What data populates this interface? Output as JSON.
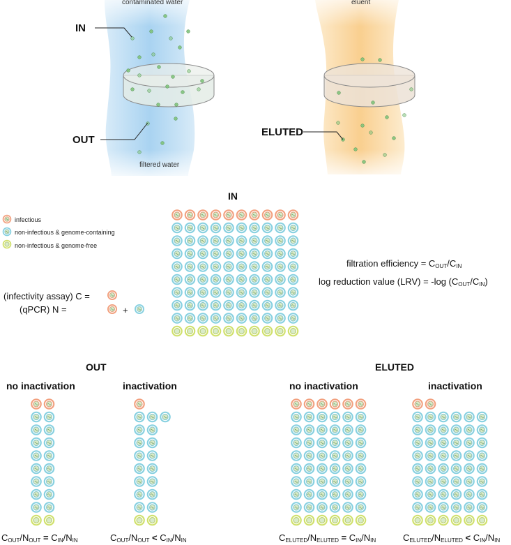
{
  "top": {
    "contaminated_water": "contaminated water",
    "filtered_water": "filtered water",
    "eluent": "eluent",
    "in_label": "IN",
    "out_label": "OUT",
    "eluted_label": "ELUTED"
  },
  "legend": {
    "infectious": "infectious",
    "noninf_genome": "non-infectious & genome-containing",
    "noninf_free": "non-infectious & genome-free"
  },
  "assay": {
    "infectivity_prefix": "(infectivity assay) C =",
    "qpcr_prefix": "(qPCR) N =",
    "plus": "+"
  },
  "in_grid": {
    "title": "IN",
    "rows": [
      [
        "infectious",
        "infectious",
        "infectious",
        "infectious",
        "infectious",
        "infectious",
        "infectious",
        "infectious",
        "infectious",
        "infectious"
      ],
      [
        "genome",
        "genome",
        "genome",
        "genome",
        "genome",
        "genome",
        "genome",
        "genome",
        "genome",
        "genome"
      ],
      [
        "genome",
        "genome",
        "genome",
        "genome",
        "genome",
        "genome",
        "genome",
        "genome",
        "genome",
        "genome"
      ],
      [
        "genome",
        "genome",
        "genome",
        "genome",
        "genome",
        "genome",
        "genome",
        "genome",
        "genome",
        "genome"
      ],
      [
        "genome",
        "genome",
        "genome",
        "genome",
        "genome",
        "genome",
        "genome",
        "genome",
        "genome",
        "genome"
      ],
      [
        "genome",
        "genome",
        "genome",
        "genome",
        "genome",
        "genome",
        "genome",
        "genome",
        "genome",
        "genome"
      ],
      [
        "genome",
        "genome",
        "genome",
        "genome",
        "genome",
        "genome",
        "genome",
        "genome",
        "genome",
        "genome"
      ],
      [
        "genome",
        "genome",
        "genome",
        "genome",
        "genome",
        "genome",
        "genome",
        "genome",
        "genome",
        "genome"
      ],
      [
        "genome",
        "genome",
        "genome",
        "genome",
        "genome",
        "genome",
        "genome",
        "genome",
        "genome",
        "genome"
      ],
      [
        "free",
        "free",
        "free",
        "free",
        "free",
        "free",
        "free",
        "free",
        "free",
        "free"
      ]
    ]
  },
  "formulas": {
    "fe_text": "filtration efficiency = C",
    "fe_sub1": "OUT",
    "fe_mid": "/C",
    "fe_sub2": "IN",
    "lrv_text": "log reduction value (LRV) = -log (C",
    "lrv_sub1": "OUT",
    "lrv_mid": "/C",
    "lrv_sub2": "IN",
    "lrv_end": ")"
  },
  "out_section": {
    "title": "OUT"
  },
  "eluted_section": {
    "title": "ELUTED"
  },
  "panels": [
    {
      "title": "no inactivation",
      "rows": [
        [
          "infectious",
          "infectious"
        ],
        [
          "genome",
          "genome"
        ],
        [
          "genome",
          "genome"
        ],
        [
          "genome",
          "genome"
        ],
        [
          "genome",
          "genome"
        ],
        [
          "genome",
          "genome"
        ],
        [
          "genome",
          "genome"
        ],
        [
          "genome",
          "genome"
        ],
        [
          "genome",
          "genome"
        ],
        [
          "free",
          "free"
        ]
      ],
      "eq": {
        "c": "C",
        "s1": "OUT",
        "n": "/N",
        "s2": "OUT",
        "op": " = ",
        "c2": "C",
        "s3": "IN",
        "n2": "/N",
        "s4": "IN"
      }
    },
    {
      "title": "inactivation",
      "rows": [
        [
          "infectious"
        ],
        [
          "genome",
          "genome",
          "genome"
        ],
        [
          "genome",
          "genome"
        ],
        [
          "genome",
          "genome"
        ],
        [
          "genome",
          "genome"
        ],
        [
          "genome",
          "genome"
        ],
        [
          "genome",
          "genome"
        ],
        [
          "genome",
          "genome"
        ],
        [
          "genome",
          "genome"
        ],
        [
          "free",
          "free"
        ]
      ],
      "eq": {
        "c": "C",
        "s1": "OUT",
        "n": "/N",
        "s2": "OUT",
        "op": " < ",
        "c2": "C",
        "s3": "IN",
        "n2": "/N",
        "s4": "IN"
      }
    },
    {
      "title": "no inactivation",
      "rows": [
        [
          "infectious",
          "infectious",
          "infectious",
          "infectious",
          "infectious",
          "infectious"
        ],
        [
          "genome",
          "genome",
          "genome",
          "genome",
          "genome",
          "genome"
        ],
        [
          "genome",
          "genome",
          "genome",
          "genome",
          "genome",
          "genome"
        ],
        [
          "genome",
          "genome",
          "genome",
          "genome",
          "genome",
          "genome"
        ],
        [
          "genome",
          "genome",
          "genome",
          "genome",
          "genome",
          "genome"
        ],
        [
          "genome",
          "genome",
          "genome",
          "genome",
          "genome",
          "genome"
        ],
        [
          "genome",
          "genome",
          "genome",
          "genome",
          "genome",
          "genome"
        ],
        [
          "genome",
          "genome",
          "genome",
          "genome",
          "genome",
          "genome"
        ],
        [
          "genome",
          "genome",
          "genome",
          "genome",
          "genome",
          "genome"
        ],
        [
          "free",
          "free",
          "free",
          "free",
          "free",
          "free"
        ]
      ],
      "eq": {
        "c": "C",
        "s1": "ELUTED",
        "n": "/N",
        "s2": "ELUTED",
        "op": " = ",
        "c2": "C",
        "s3": "IN",
        "n2": "/N",
        "s4": "IN"
      }
    },
    {
      "title": "inactivation",
      "rows": [
        [
          "infectious",
          "infectious"
        ],
        [
          "genome",
          "genome",
          "genome",
          "genome",
          "genome",
          "genome"
        ],
        [
          "genome",
          "genome",
          "genome",
          "genome",
          "genome",
          "genome"
        ],
        [
          "genome",
          "genome",
          "genome",
          "genome",
          "genome",
          "genome"
        ],
        [
          "genome",
          "genome",
          "genome",
          "genome",
          "genome",
          "genome"
        ],
        [
          "genome",
          "genome",
          "genome",
          "genome",
          "genome",
          "genome"
        ],
        [
          "genome",
          "genome",
          "genome",
          "genome",
          "genome",
          "genome"
        ],
        [
          "genome",
          "genome",
          "genome",
          "genome",
          "genome",
          "genome"
        ],
        [
          "genome",
          "genome",
          "genome",
          "genome",
          "genome",
          "genome"
        ],
        [
          "free",
          "free",
          "free",
          "free",
          "free",
          "free"
        ]
      ],
      "eq": {
        "c": "C",
        "s1": "ELUTED",
        "n": "/N",
        "s2": "ELUTED",
        "op": " < ",
        "c2": "C",
        "s3": "IN",
        "n2": "/N",
        "s4": "IN"
      }
    }
  ],
  "colors": {
    "infectious": "#f2a07e",
    "genome": "#86d0e0",
    "free": "#cfe06a",
    "core": "#d9ebc9",
    "water": "#b9dcf3",
    "eluent": "#fbd9a6",
    "particle": "#7fc27a"
  }
}
